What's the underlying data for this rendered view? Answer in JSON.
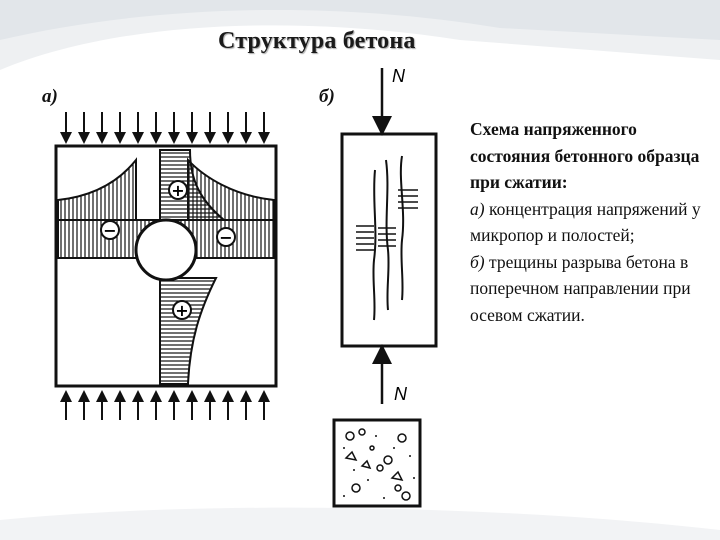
{
  "title": "Структура бетона",
  "labels": {
    "a": "а)",
    "b": "б)"
  },
  "load_symbol": "N",
  "stress_signs": {
    "plus": "+",
    "minus": "−"
  },
  "caption": {
    "heading": "Схема напряженного состояния бетонного образца при сжатии:",
    "items": [
      {
        "marker": "а)",
        "text": " концентрация напряжений у микропор и полостей;"
      },
      {
        "marker": "б)",
        "text": " трещины разрыва бетона в поперечном направлении при осевом сжатии."
      }
    ]
  },
  "colors": {
    "background": "#ffffff",
    "ink": "#111111",
    "slide_swoosh": "#e9ecef"
  }
}
